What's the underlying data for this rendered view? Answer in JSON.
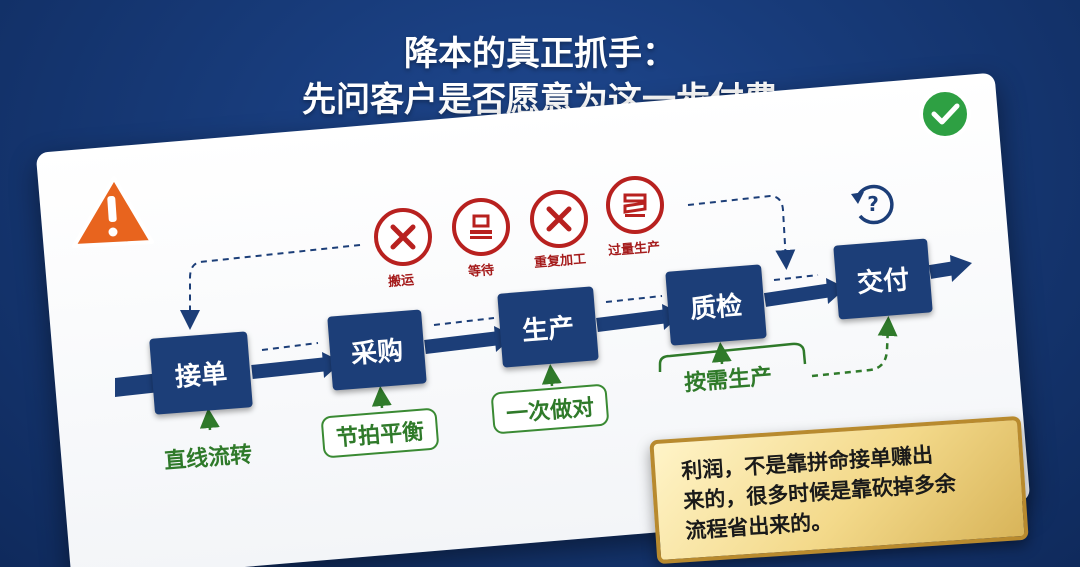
{
  "title": {
    "line1": "降本的真正抓手：",
    "line2": "先问客户是否愿意为这一步付费"
  },
  "flow": {
    "nodes": [
      "接单",
      "采购",
      "生产",
      "质检",
      "交付"
    ]
  },
  "wastes": [
    {
      "label": "搬运",
      "icon": "x-mark-icon"
    },
    {
      "label": "等待",
      "icon": "queue-icon"
    },
    {
      "label": "重复加工",
      "icon": "x-mark-icon"
    },
    {
      "label": "过量生产",
      "icon": "stack-icon"
    }
  ],
  "principles": {
    "straight_flow": "直线流转",
    "takt_balance": "节拍平衡",
    "right_first_time": "一次做对",
    "pull_production": "按需生产"
  },
  "callout": {
    "line1": "利润，不是靠拼命接单赚出",
    "line2": "来的，很多时候是靠砍掉多余",
    "line3": "流程省出来的。"
  },
  "colors": {
    "background": "#173a78",
    "node": "#1c3e78",
    "waste_red": "#b8211f",
    "principle_green": "#2f7a2a",
    "warning_orange": "#e8641e",
    "check_green": "#2ea043",
    "callout_gold": "#f3d98a"
  }
}
